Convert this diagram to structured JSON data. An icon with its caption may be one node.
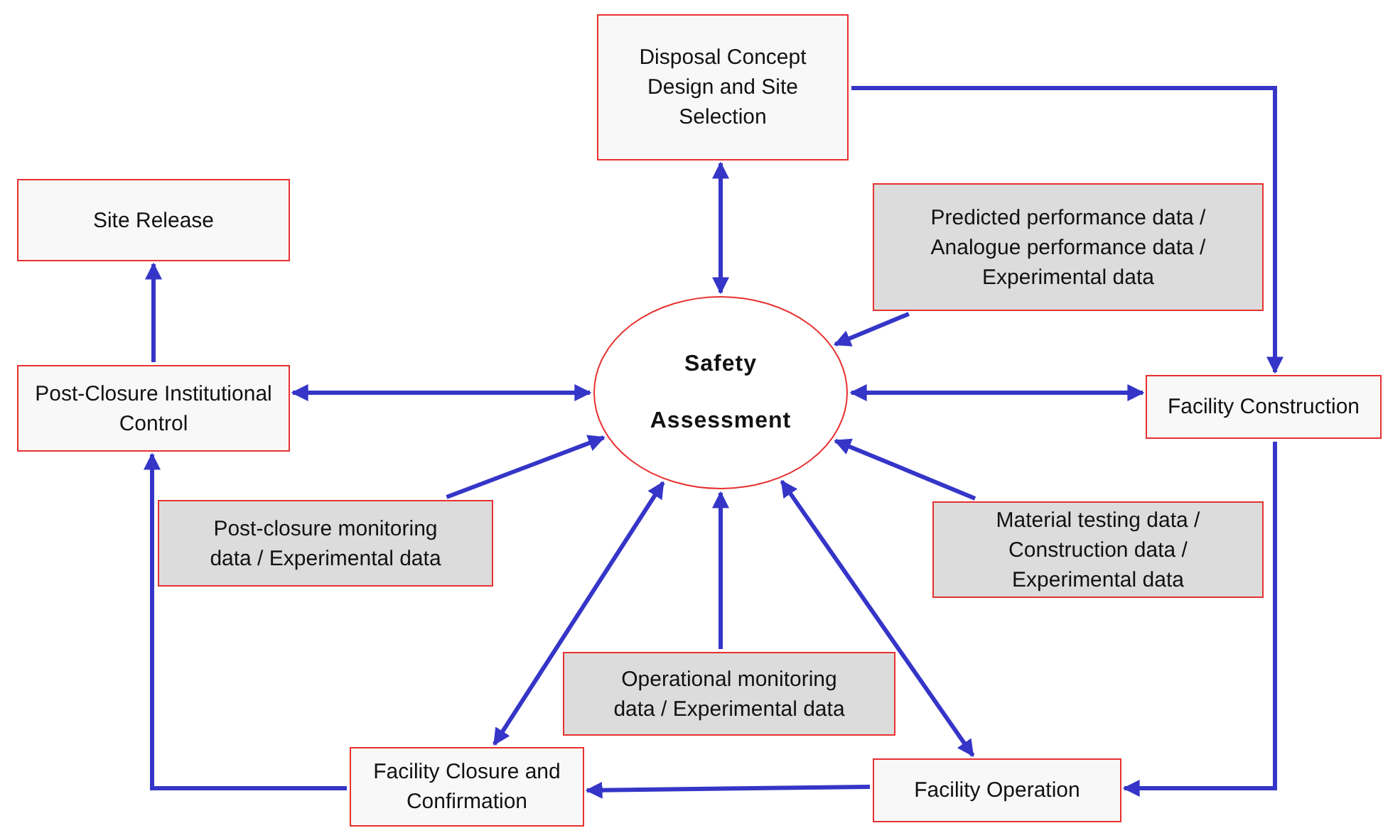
{
  "diagram": {
    "nodes": [
      {
        "text": [
          "Disposal Concept Design and Site Selection"
        ]
      },
      {
        "text": [
          "Site Release"
        ]
      },
      {
        "text": [
          "Predicted performance data / Analogue performance data / Experimental data"
        ]
      },
      {
        "text": [
          "Safety Assessment"
        ]
      },
      {
        "text": [
          "Post-Closure Institutional Control"
        ]
      },
      {
        "text": [
          "Facility Construction"
        ]
      },
      {
        "text": [
          "Post-closure monitoring data / Experimental data"
        ]
      },
      {
        "text": [
          "Material testing data / Construction data / Experimental data"
        ]
      },
      {
        "text": [
          "Operational monitoring data / Experimental data"
        ]
      },
      {
        "text": [
          "Facility Closure and Confirmation"
        ]
      },
      {
        "text": [
          "Facility Operation"
        ]
      }
    ],
    "edges": [
      {
        "from": 0,
        "to": 3,
        "arrow": "both"
      },
      {
        "from": 0,
        "to": 5,
        "arrow": "to"
      },
      {
        "from": 4,
        "to": 1,
        "arrow": "to"
      },
      {
        "from": 4,
        "to": 3,
        "arrow": "both"
      },
      {
        "from": 3,
        "to": 5,
        "arrow": "both"
      },
      {
        "from": 2,
        "to": 3,
        "arrow": "to"
      },
      {
        "from": 6,
        "to": 3,
        "arrow": "to"
      },
      {
        "from": 7,
        "to": 3,
        "arrow": "to"
      },
      {
        "from": 8,
        "to": 3,
        "arrow": "to"
      },
      {
        "from": 9,
        "to": 3,
        "arrow": "both"
      },
      {
        "from": 10,
        "to": 3,
        "arrow": "both"
      },
      {
        "from": 5,
        "to": 10,
        "arrow": "to"
      },
      {
        "from": 10,
        "to": 9,
        "arrow": "to"
      },
      {
        "from": 9,
        "to": 4,
        "arrow": "to"
      }
    ]
  }
}
